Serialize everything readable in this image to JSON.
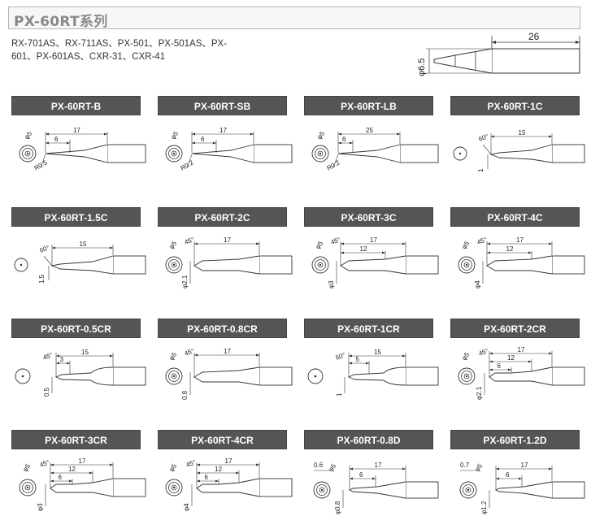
{
  "title": "PX-60RT系列",
  "compatible_lines": [
    "RX-701AS、RX-711AS、PX-501、PX-501AS、PX-",
    "601、PX-601AS、CXR-31、CXR-41"
  ],
  "main_figure": {
    "length": "26",
    "diameter": "φ6.5"
  },
  "tips": [
    {
      "name": "PX-60RT-B",
      "shape": "B",
      "dims": {
        "d": "φ5",
        "l1": "6",
        "l2": "17",
        "r": "R0.5"
      }
    },
    {
      "name": "PX-60RT-SB",
      "shape": "B",
      "dims": {
        "d": "φ5",
        "l1": "6",
        "l2": "17",
        "r": "R0.2"
      }
    },
    {
      "name": "PX-60RT-LB",
      "shape": "LB",
      "dims": {
        "d": "φ5",
        "l1": "6",
        "l2": "25",
        "r": "R0.2"
      }
    },
    {
      "name": "PX-60RT-1C",
      "shape": "C1",
      "dims": {
        "ang": "60°",
        "l2": "15",
        "w": "1"
      }
    },
    {
      "name": "PX-60RT-1.5C",
      "shape": "C1",
      "dims": {
        "ang": "60°",
        "l2": "15",
        "w": "1.5"
      }
    },
    {
      "name": "PX-60RT-2C",
      "shape": "C",
      "dims": {
        "d": "φ5",
        "ang": "45°",
        "l1": "",
        "l2": "17",
        "w": "φ2.1"
      }
    },
    {
      "name": "PX-60RT-3C",
      "shape": "C",
      "dims": {
        "d": "φ5",
        "ang": "45°",
        "l1": "12",
        "l2": "17",
        "w": "φ3"
      }
    },
    {
      "name": "PX-60RT-4C",
      "shape": "C",
      "dims": {
        "d": "φ5",
        "ang": "45°",
        "l1": "12",
        "l2": "17",
        "w": "φ4"
      }
    },
    {
      "name": "PX-60RT-0.5CR",
      "shape": "CR",
      "dims": {
        "ang": "45°",
        "l1": "3",
        "l2": "15",
        "w": "0.5"
      }
    },
    {
      "name": "PX-60RT-0.8CR",
      "shape": "CR2",
      "dims": {
        "d": "φ5",
        "ang": "45°",
        "l1": "",
        "l2": "17",
        "w": "0.8"
      }
    },
    {
      "name": "PX-60RT-1CR",
      "shape": "CR1",
      "dims": {
        "ang": "60°",
        "l1": "5",
        "l2": "15",
        "w": "1"
      }
    },
    {
      "name": "PX-60RT-2CR",
      "shape": "CR3",
      "dims": {
        "d": "φ5",
        "ang": "45°",
        "l0": "6",
        "l1": "12",
        "l2": "17",
        "w": "φ2.1"
      }
    },
    {
      "name": "PX-60RT-3CR",
      "shape": "CR3",
      "dims": {
        "d": "φ5",
        "ang": "45°",
        "l0": "6",
        "l1": "12",
        "l2": "17",
        "w": "φ3"
      }
    },
    {
      "name": "PX-60RT-4CR",
      "shape": "CR3",
      "dims": {
        "d": "φ5",
        "ang": "45°",
        "l0": "6",
        "l1": "12",
        "l2": "17",
        "w": "φ4"
      }
    },
    {
      "name": "PX-60RT-0.8D",
      "shape": "D",
      "dims": {
        "t": "0.6",
        "d": "φ5",
        "l1": "6",
        "l2": "17",
        "w": "φ0.8"
      }
    },
    {
      "name": "PX-60RT-1.2D",
      "shape": "D",
      "dims": {
        "t": "0.7",
        "d": "φ5",
        "l1": "6",
        "l2": "17",
        "w": "φ1.2"
      }
    }
  ]
}
